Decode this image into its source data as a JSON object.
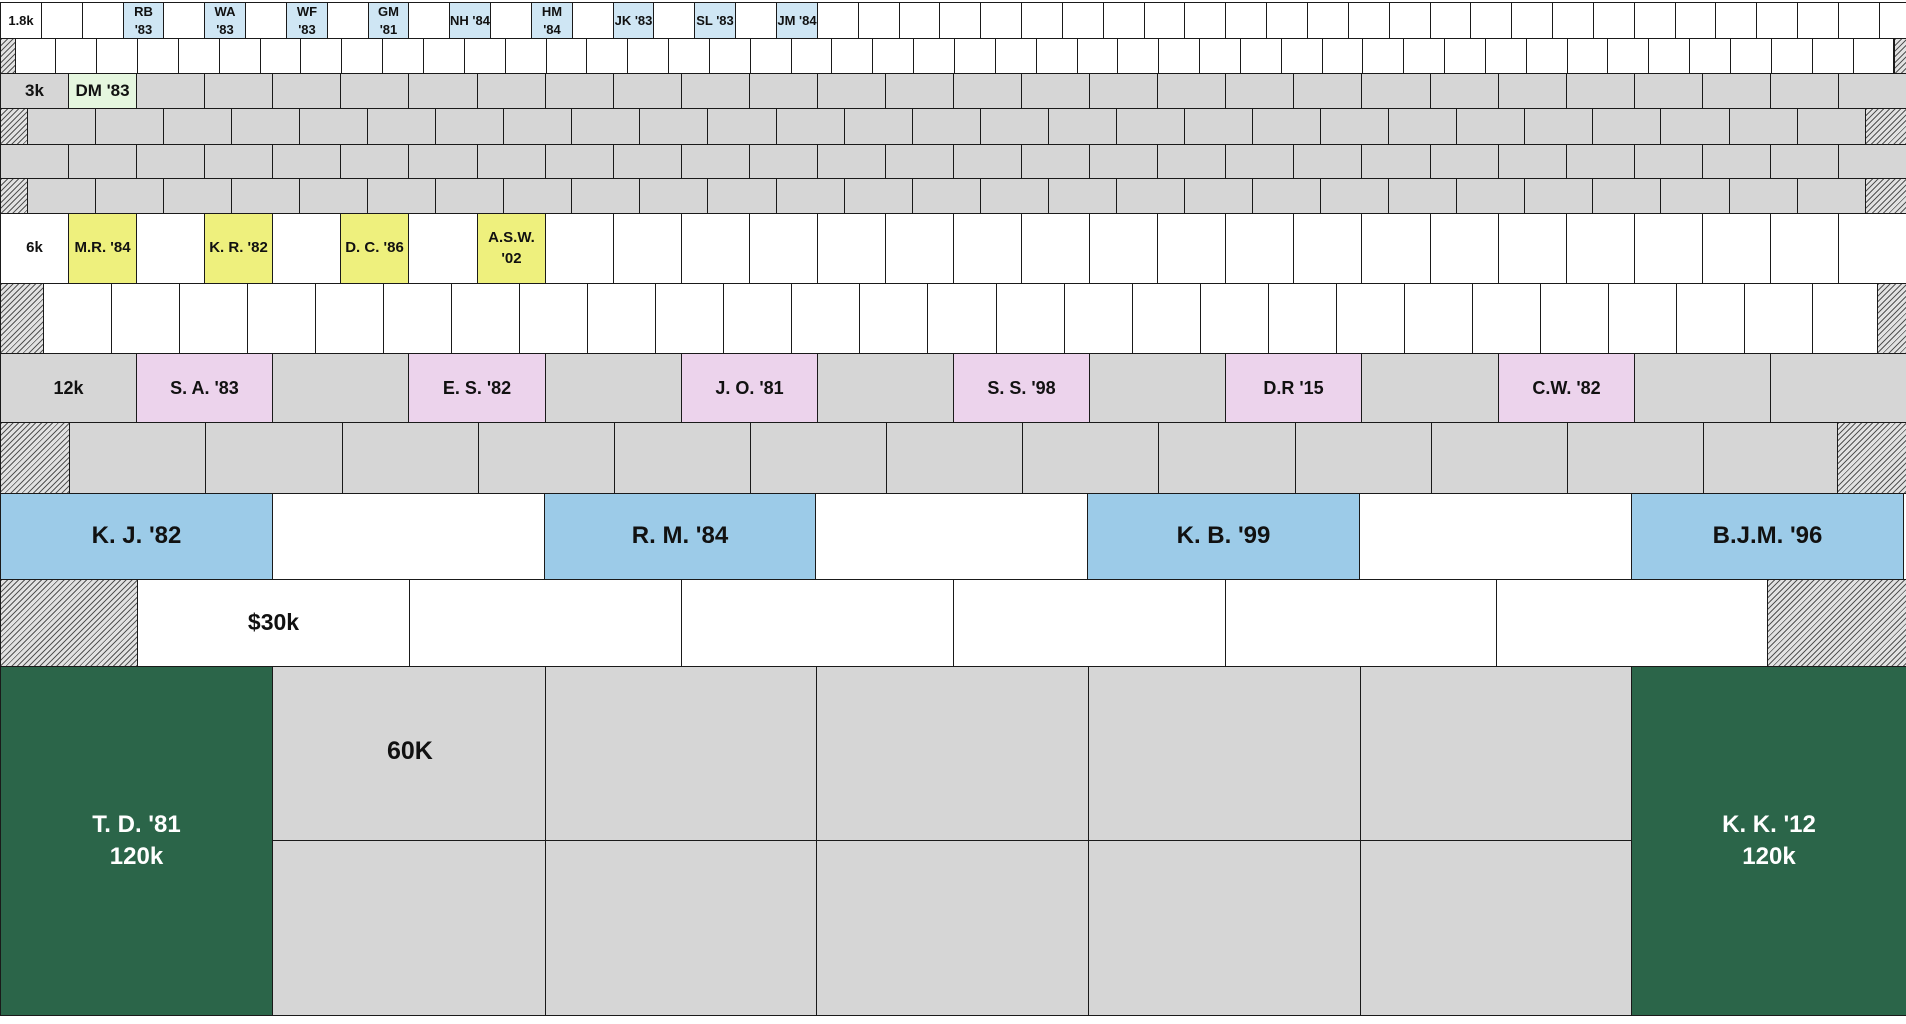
{
  "colors": {
    "white": "#ffffff",
    "gray": "#d6d6d6",
    "light_blue": "#cfe6f4",
    "light_green": "#e5f6df",
    "yellow": "#eef07d",
    "pink": "#ecd3ec",
    "blue": "#9ccbe8",
    "dark_green": "#2b6549",
    "text_dark": "#111111",
    "text_light": "#ffffff"
  },
  "tiers": [
    {
      "id": "1800",
      "color": "white",
      "rows": [
        {
          "cells": [
            "1.8k",
            "",
            "",
            "RB '83",
            "",
            "WA '83",
            "",
            "WF '83",
            "",
            "GM '81",
            "",
            "NH '84",
            "",
            "HM '84",
            "",
            "JK '83",
            "",
            "SL '83",
            "",
            "JM '84"
          ],
          "highlight": "light_blue",
          "highlighted": [
            "RB '83",
            "WA '83",
            "WF '83",
            "GM '81",
            "NH '84",
            "HM '84",
            "JK '83",
            "SL '83",
            "JM '84"
          ]
        },
        {
          "cells": []
        }
      ]
    },
    {
      "id": "3000",
      "color": "gray",
      "rows": [
        {
          "cells": [
            "3k",
            "DM '83"
          ],
          "highlight": "light_green",
          "highlighted": [
            "DM '83"
          ]
        },
        {
          "cells": []
        },
        {
          "cells": []
        },
        {
          "cells": []
        }
      ]
    },
    {
      "id": "6000",
      "color": "white",
      "rows": [
        {
          "cells": [
            "6k",
            "M.R. '84",
            "",
            "K. R. '82",
            "",
            "D. C. '86",
            "",
            "A.S.W. '02"
          ],
          "highlight": "yellow",
          "highlighted": [
            "M.R. '84",
            "K. R. '82",
            "D. C. '86",
            "A.S.W. '02"
          ]
        },
        {
          "cells": []
        }
      ]
    },
    {
      "id": "12000",
      "color": "gray",
      "rows": [
        {
          "cells": [
            "12k",
            "S. A. '83",
            "",
            "E. S. '82",
            "",
            "J. O. '81",
            "",
            "S. S. '98",
            "",
            "D.R '15",
            "",
            "C.W. '82"
          ],
          "highlight": "pink",
          "highlighted": [
            "S. A. '83",
            "E. S. '82",
            "J. O. '81",
            "S. S. '98",
            "D.R '15",
            "C.W. '82"
          ]
        },
        {
          "cells": []
        }
      ]
    },
    {
      "id": "30000",
      "color": "white",
      "rows": [
        {
          "cells": [
            "K. J. '82",
            "",
            "R. M. '84",
            "",
            "K. B. '99",
            "",
            "B.J.M. '96"
          ],
          "highlight": "blue",
          "highlighted": [
            "K. J. '82",
            "R. M. '84",
            "K. B. '99",
            "B.J.M. '96"
          ]
        },
        {
          "cells": [
            "$30k"
          ]
        }
      ]
    },
    {
      "id": "60000",
      "label": "60K",
      "left_brick": "T. D. '81\n120k",
      "right_brick": "K. K. '12\n120k"
    }
  ]
}
